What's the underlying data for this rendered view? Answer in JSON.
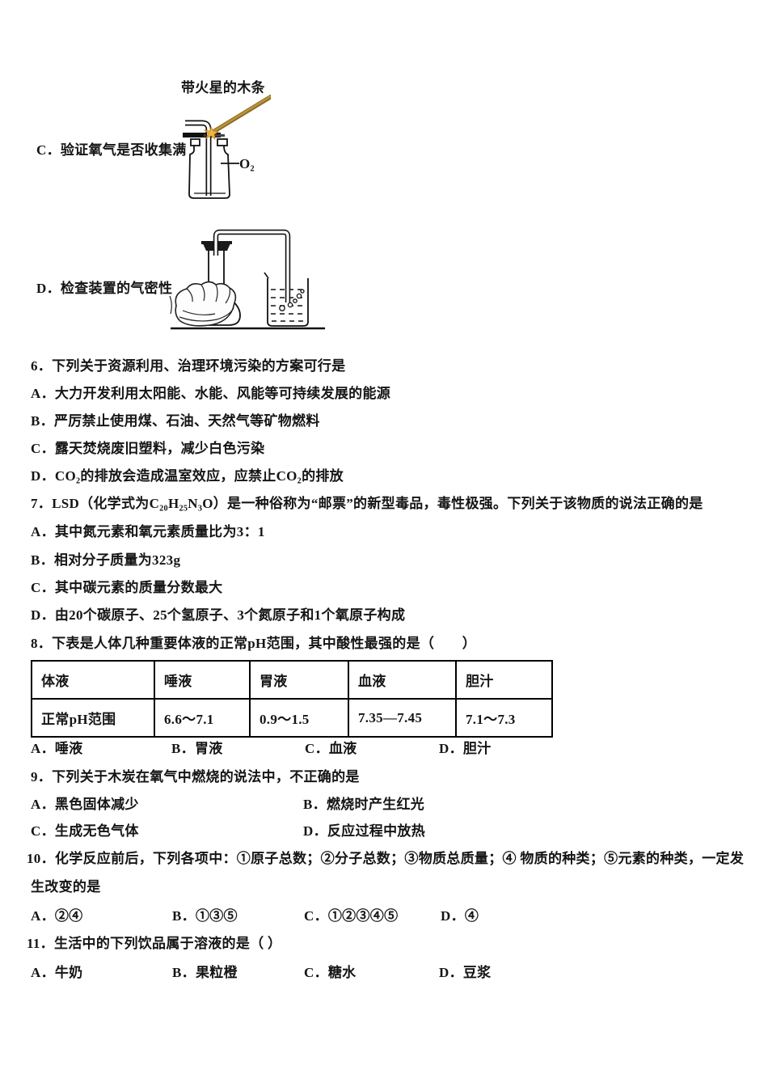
{
  "apparatus": {
    "splint_label": "带火星的木条",
    "gas_label": "O₂",
    "option_c_label": "C．验证氧气是否收集满",
    "option_d_label": "D．检查装置的气密性",
    "splint_color": "#9c7c2c",
    "spark_color": "#e9b93d"
  },
  "q6": {
    "stem": "6．下列关于资源利用、治理环境污染的方案可行是",
    "a": "A．大力开发利用太阳能、水能、风能等可持续发展的能源",
    "b": "B．严厉禁止使用煤、石油、天然气等矿物燃料",
    "c": "C．露天焚烧废旧塑料，减少白色污染",
    "d": "D．CO₂的排放会造成温室效应，应禁止CO₂的排放"
  },
  "q7": {
    "stem": "7．LSD（化学式为C₂₀H₂₅N₃O）是一种俗称为“邮票”的新型毒品，毒性极强。下列关于该物质的说法正确的是",
    "a": "A．其中氮元素和氧元素质量比为3：1",
    "b": "B．相对分子质量为323g",
    "c": "C．其中碳元素的质量分数最大",
    "d": "D．由20个碳原子、25个氢原子、3个氮原子和1个氧原子构成"
  },
  "q8": {
    "stem": "8．下表是人体几种重要体液的正常pH范围，其中酸性最强的是（　　）",
    "table": {
      "header": [
        "体液",
        "唾液",
        "胃液",
        "血液",
        "胆汁"
      ],
      "row": [
        "正常pH范围",
        "6.6～7.1",
        "0.9～1.5",
        "7.35—7.45",
        "7.1～7.3"
      ]
    },
    "a": "A．唾液",
    "b": "B．胃液",
    "c": "C．血液",
    "d": "D．胆汁"
  },
  "q9": {
    "stem": "9．下列关于木炭在氧气中燃烧的说法中，不正确的是",
    "a": "A．黑色固体减少",
    "b": "B．燃烧时产生红光",
    "c": "C．生成无色气体",
    "d": "D．反应过程中放热"
  },
  "q10": {
    "stem_line1": "10．化学反应前后，下列各项中：①原子总数；②分子总数；③物质总质量；④ 物质的种类；⑤元素的种类，一定发",
    "stem_line2": "生改变的是",
    "a": "A．②④",
    "b": "B．①③⑤",
    "c": "C．①②③④⑤",
    "d": "D．④"
  },
  "q11": {
    "stem": "11．生活中的下列饮品属于溶液的是（  ）",
    "a": "A．牛奶",
    "b": "B．果粒橙",
    "c": "C．糖水",
    "d": "D．豆浆"
  }
}
